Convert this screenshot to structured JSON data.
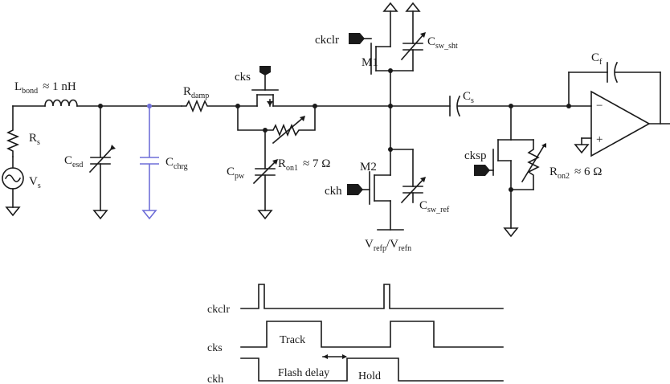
{
  "components": {
    "l_bond": {
      "label": "L",
      "sub": "bond",
      "value": "≈ 1 nH"
    },
    "r_s": {
      "label": "R",
      "sub": "s"
    },
    "v_s": {
      "label": "V",
      "sub": "s"
    },
    "c_esd": {
      "label": "C",
      "sub": "esd"
    },
    "c_chrg": {
      "label": "C",
      "sub": "chrg"
    },
    "r_damp": {
      "label": "R",
      "sub": "damp"
    },
    "cks": {
      "label": "cks"
    },
    "c_pw": {
      "label": "C",
      "sub": "pw"
    },
    "r_on1": {
      "label": "R",
      "sub": "on1",
      "value": "≈ 7 Ω"
    },
    "ckclr": {
      "label": "ckclr"
    },
    "m1": {
      "label": "M1"
    },
    "c_sw_sht": {
      "label": "C",
      "sub": "sw_sht"
    },
    "m2": {
      "label": "M2"
    },
    "ckh": {
      "label": "ckh"
    },
    "c_sw_ref": {
      "label": "C",
      "sub": "sw_ref"
    },
    "vref": {
      "label1": "V",
      "sub1": "refp",
      "sep": "/",
      "label2": "V",
      "sub2": "refn"
    },
    "c_s": {
      "label": "C",
      "sub": "s"
    },
    "c_f": {
      "label": "C",
      "sub": "f"
    },
    "cksp": {
      "label": "cksp"
    },
    "r_on2": {
      "label": "R",
      "sub": "on2",
      "value": "≈ 6 Ω"
    },
    "opamp": {
      "minus": "−",
      "plus": "+"
    }
  },
  "timing": {
    "signals": [
      "ckclr",
      "cks",
      "ckh"
    ],
    "phases": {
      "track": "Track",
      "flash_delay": "Flash delay",
      "hold": "Hold"
    }
  },
  "colors": {
    "wire": "#1a1a1a",
    "chrg_branch": "#6f6fd8"
  }
}
